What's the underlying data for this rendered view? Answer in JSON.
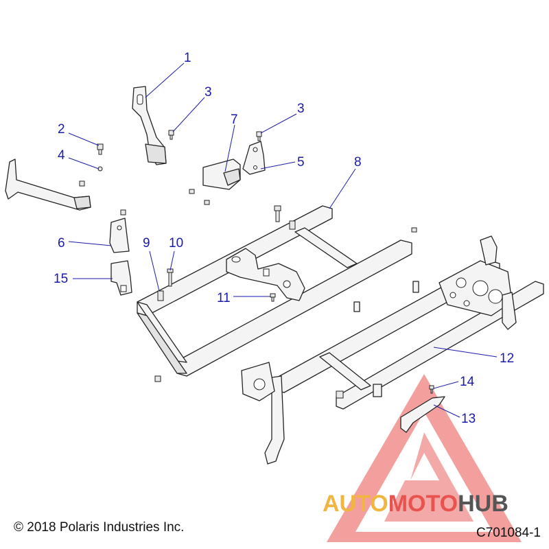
{
  "callouts": [
    {
      "id": "1",
      "label": "1"
    },
    {
      "id": "2",
      "label": "2"
    },
    {
      "id": "3a",
      "label": "3"
    },
    {
      "id": "3b",
      "label": "3"
    },
    {
      "id": "4",
      "label": "4"
    },
    {
      "id": "5",
      "label": "5"
    },
    {
      "id": "6",
      "label": "6"
    },
    {
      "id": "7",
      "label": "7"
    },
    {
      "id": "8",
      "label": "8"
    },
    {
      "id": "9",
      "label": "9"
    },
    {
      "id": "10",
      "label": "10"
    },
    {
      "id": "11",
      "label": "11"
    },
    {
      "id": "12",
      "label": "12"
    },
    {
      "id": "13",
      "label": "13"
    },
    {
      "id": "14",
      "label": "14"
    },
    {
      "id": "15",
      "label": "15"
    }
  ],
  "footer": {
    "copyright": "© 2018 Polaris Industries Inc.",
    "figure_code": "C701084-1"
  },
  "watermark": {
    "part1": "AUTO",
    "part2": "MOTO",
    "part3": "HUB"
  },
  "colors": {
    "callout": "#1a1aa8",
    "watermark_yellow": "#f0b640",
    "watermark_red": "#e8524f",
    "watermark_gray": "#555555"
  }
}
